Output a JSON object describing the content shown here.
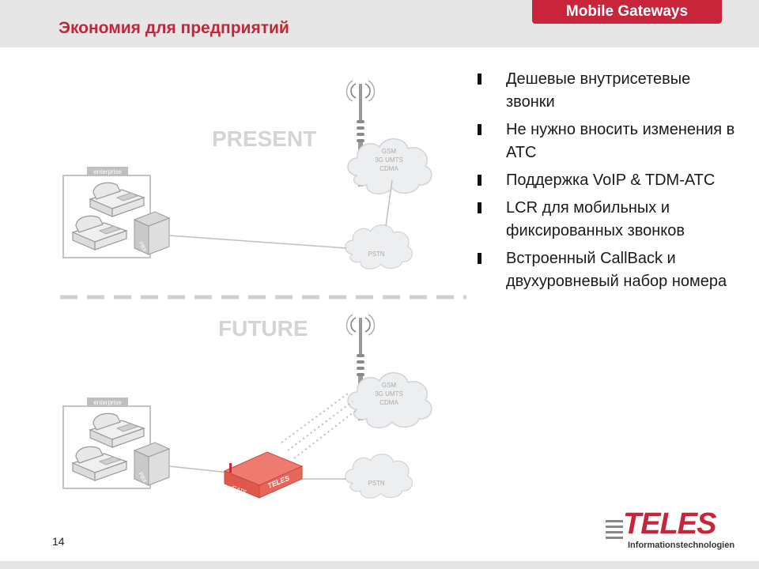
{
  "header": {
    "title": "Экономия для предприятий",
    "section_tag": "Mobile Gateways"
  },
  "bullets": [
    "Дешевые внутрисетевые звонки",
    "Не нужно вносить изменения в АТС",
    "Поддержка VoIP & TDM-АТС",
    "LCR для мобильных и фиксированных звонков",
    "Встроенный CallBack и двухуровневый набор номера"
  ],
  "diagram": {
    "present_label": "PRESENT",
    "future_label": "FUTURE",
    "enterprise_label": "enterprise",
    "pbx_label": "PBX",
    "mobile_cloud_label": [
      "GSM",
      "3G UMTS",
      "CDMA"
    ],
    "pstn_label": "PSTN",
    "gateway_label": "iGATE",
    "gateway_brand": "TELES"
  },
  "footer": {
    "page_number": "14",
    "logo_text": "TELES",
    "logo_subtitle": "Informationstechnologien"
  },
  "colors": {
    "accent": "#c8243a",
    "title": "#c0283a",
    "band": "#e6e6e6"
  }
}
